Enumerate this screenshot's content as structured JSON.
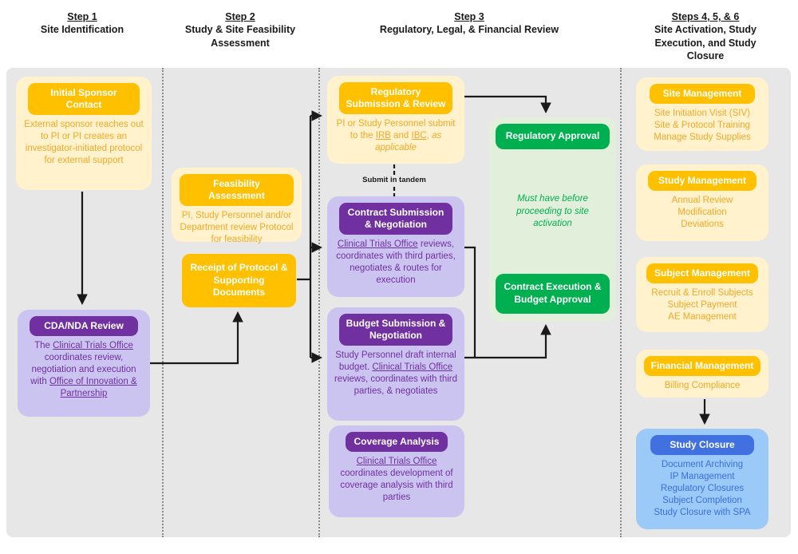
{
  "header": {
    "columns": [
      {
        "step": "Step 1",
        "title": "Site Identification"
      },
      {
        "step": "Step 2",
        "title": "Study & Site Feasibility Assessment"
      },
      {
        "step": "Step 3",
        "title": "Regulatory, Legal, & Financial Review"
      },
      {
        "step": "Steps 4, 5, & 6",
        "title": "Site Activation, Study Execution, and Study Closure"
      }
    ]
  },
  "labels": {
    "submit_in_tandem": "Submit in tandem"
  },
  "colors": {
    "gold": "#FFC000",
    "cream": "#FFF2CC",
    "gold_text": "#EFA928",
    "purple": "#7030A0",
    "light_purple": "#CCC4F0",
    "green": "#00B050",
    "light_green": "#E2EFDA",
    "blue": "#4170E0",
    "light_blue": "#9CCAF8",
    "blue_text": "#3A6FD8",
    "canvas_gray": "#E8E7E7",
    "connector_black": "#1a1a1a"
  },
  "nodes": {
    "initial_sponsor": {
      "title": "Initial Sponsor Contact",
      "body": "External sponsor reaches out to PI or PI creates an investigator-initiated protocol for external support"
    },
    "cda": {
      "title": "CDA/NDA Review",
      "parts": {
        "p0": "The ",
        "p1": "Clinical Trials Office",
        "p2": " coordinates review, negotiation and execution with ",
        "p3": "Office of Innovation & Partnership"
      }
    },
    "feasibility": {
      "title": "Feasibility Assessment",
      "body": "PI, Study Personnel and/or Department review Protocol for feasibility"
    },
    "receipt": {
      "title": "Receipt of Protocol & Supporting Documents"
    },
    "reg_submission": {
      "title": "Regulatory Submission & Review",
      "parts": {
        "p0": "PI or Study Personnel submit to the ",
        "p1": "IRB",
        "p2": " and ",
        "p3": "IBC",
        "p4": ", ",
        "p5": "as applicable"
      }
    },
    "contract_submission": {
      "title": "Contract Submission & Negotiation",
      "parts": {
        "p0": "Clinical Trials Office",
        "p1": " reviews, coordinates with third parties, negotiates & routes for execution"
      }
    },
    "budget_submission": {
      "title": "Budget Submission & Negotiation",
      "parts": {
        "p0": "Study Personnel draft internal budget. ",
        "p1": "Clinical Trials Office",
        "p2": " reviews, coordinates with third parties, & negotiates"
      }
    },
    "coverage": {
      "title": "Coverage Analysis",
      "parts": {
        "p0": "Clinical Trials Office",
        "p1": " coordinates development of coverage analysis with third parties"
      }
    },
    "reg_approval": {
      "title": "Regulatory Approval",
      "note": "Must have before proceeding to site activation"
    },
    "contract_execution": {
      "title": "Contract Execution & Budget Approval"
    },
    "site_mgmt": {
      "title": "Site Management",
      "items": [
        "Site Initiation Visit (SIV)",
        "Site & Protocol Training",
        "Manage Study Supplies"
      ]
    },
    "study_mgmt": {
      "title": "Study Management",
      "items": [
        "Annual Review",
        "Modification",
        "Deviations"
      ]
    },
    "subject_mgmt": {
      "title": "Subject Management",
      "items": [
        "Recruit & Enroll Subjects",
        "Subject Payment",
        "AE Management"
      ]
    },
    "financial_mgmt": {
      "title": "Financial Management",
      "items": [
        "Billing Compliance"
      ]
    },
    "study_closure": {
      "title": "Study Closure",
      "items": [
        "Document Archiving",
        "IP Management",
        "Regulatory Closures",
        "Subject Completion",
        "Study Closure with SPA"
      ]
    }
  }
}
